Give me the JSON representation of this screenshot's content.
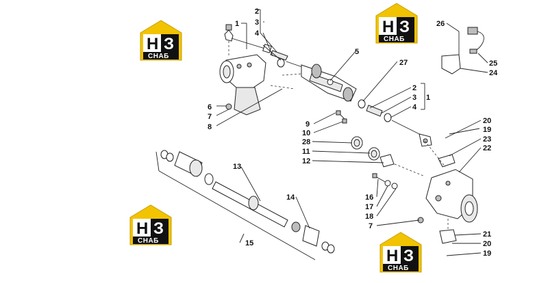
{
  "logo": {
    "letter_h": "Н",
    "letter_3": "З",
    "subtitle": "СНАБ",
    "colors": {
      "yellow": "#f2c300",
      "black": "#111111"
    }
  },
  "callouts": {
    "c1a": "1",
    "c2a": "2",
    "c3a": "3",
    "c4a": "4",
    "c5": "5",
    "c6": "6",
    "c7a": "7",
    "c8": "8",
    "c27": "27",
    "c2b": "2",
    "c3b": "3",
    "c4b": "4",
    "c1b": "1",
    "c9": "9",
    "c10": "10",
    "c28": "28",
    "c11": "11",
    "c12": "12",
    "c26": "26",
    "c25": "25",
    "c24": "24",
    "c20a": "20",
    "c19a": "19",
    "c23": "23",
    "c22": "22",
    "c13": "13",
    "c14": "14",
    "c15": "15",
    "c16": "16",
    "c17": "17",
    "c18": "18",
    "c7b": "7",
    "c21": "21",
    "c20b": "20",
    "c19b": "19"
  }
}
